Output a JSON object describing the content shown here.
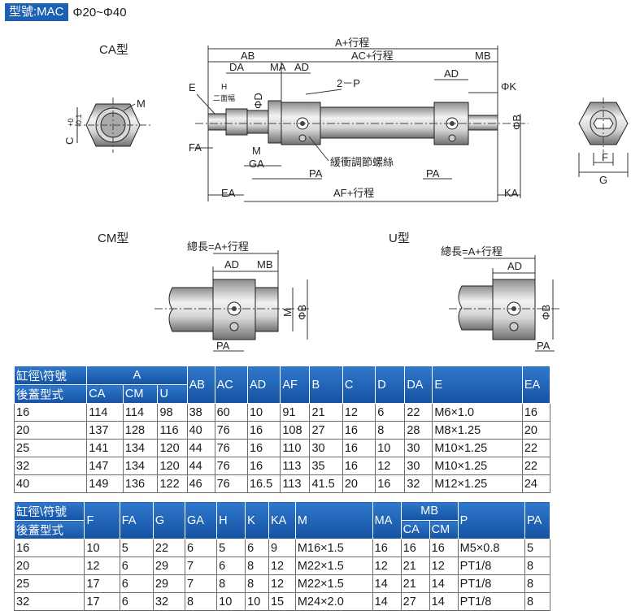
{
  "header": {
    "model_label": "型號:MAC",
    "range": "Φ20~Φ40"
  },
  "drawing": {
    "view_titles": {
      "ca": "CA型",
      "cm": "CM型",
      "u": "U型"
    },
    "ca_labels": {
      "a_stroke": "A+行程",
      "ab": "AB",
      "ac_stroke": "AC+行程",
      "mb": "MB",
      "da": "DA",
      "ma": "MA",
      "ad": "AD",
      "p2": "2－P",
      "ad_right": "AD",
      "phi_k": "ΦK",
      "e": "E",
      "h": "H",
      "two_flats": "二面幅",
      "phi_d": "ΦD",
      "phi_b": "ΦB",
      "fa": "FA",
      "m": "M",
      "ga": "GA",
      "cushion": "緩衝調節螺絲",
      "pa": "PA",
      "pa_right": "PA",
      "ea": "EA",
      "af_stroke": "AF+行程",
      "ka": "KA",
      "side_m": "M",
      "side_c": "C",
      "tol_plus": "+0",
      "tol_minus": "-0.1",
      "side_f": "F",
      "side_g": "G"
    },
    "cm_labels": {
      "total": "總長=A+行程",
      "ad": "AD",
      "mb": "MB",
      "m": "M",
      "phi_b": "ΦB",
      "pa": "PA"
    },
    "u_labels": {
      "total": "總長=A+行程",
      "ad": "AD",
      "phi_b": "ΦB",
      "pa": "PA"
    }
  },
  "table1": {
    "header": {
      "bore_label": "缸徑\\符號",
      "cover_label": "後蓋型式",
      "a": "A",
      "a_sub": [
        "CA",
        "CM",
        "U"
      ],
      "cols": [
        "AB",
        "AC",
        "AD",
        "AF",
        "B",
        "C",
        "D",
        "DA",
        "E",
        "EA"
      ]
    },
    "rows": [
      [
        "16",
        "114",
        "114",
        "98",
        "38",
        "60",
        "10",
        "91",
        "21",
        "12",
        "6",
        "22",
        "M6×1.0",
        "16"
      ],
      [
        "20",
        "137",
        "128",
        "116",
        "40",
        "76",
        "16",
        "108",
        "27",
        "16",
        "8",
        "28",
        "M8×1.25",
        "20"
      ],
      [
        "25",
        "141",
        "134",
        "120",
        "44",
        "76",
        "16",
        "110",
        "30",
        "16",
        "10",
        "30",
        "M10×1.25",
        "22"
      ],
      [
        "32",
        "147",
        "134",
        "120",
        "44",
        "76",
        "16",
        "113",
        "35",
        "16",
        "12",
        "30",
        "M10×1.25",
        "22"
      ],
      [
        "40",
        "149",
        "136",
        "122",
        "46",
        "76",
        "16.5",
        "113",
        "41.5",
        "20",
        "16",
        "32",
        "M12×1.25",
        "24"
      ]
    ]
  },
  "table2": {
    "header": {
      "bore_label": "缸徑\\符號",
      "cover_label": "後蓋型式",
      "cols_left": [
        "F",
        "FA",
        "G",
        "GA",
        "H",
        "K",
        "KA",
        "M",
        "MA"
      ],
      "mb": "MB",
      "mb_sub": [
        "CA",
        "CM"
      ],
      "cols_right": [
        "P",
        "PA"
      ]
    },
    "rows": [
      [
        "16",
        "10",
        "5",
        "22",
        "6",
        "5",
        "6",
        "9",
        "M16×1.5",
        "16",
        "16",
        "16",
        "M5×0.8",
        "5"
      ],
      [
        "20",
        "12",
        "6",
        "29",
        "7",
        "6",
        "8",
        "12",
        "M22×1.5",
        "12",
        "21",
        "12",
        "PT1/8",
        "8"
      ],
      [
        "25",
        "17",
        "6",
        "29",
        "7",
        "8",
        "8",
        "12",
        "M22×1.5",
        "14",
        "21",
        "14",
        "PT1/8",
        "8"
      ],
      [
        "32",
        "17",
        "6",
        "32",
        "8",
        "10",
        "10",
        "15",
        "M24×2.0",
        "14",
        "27",
        "14",
        "PT1/8",
        "8"
      ]
    ]
  }
}
